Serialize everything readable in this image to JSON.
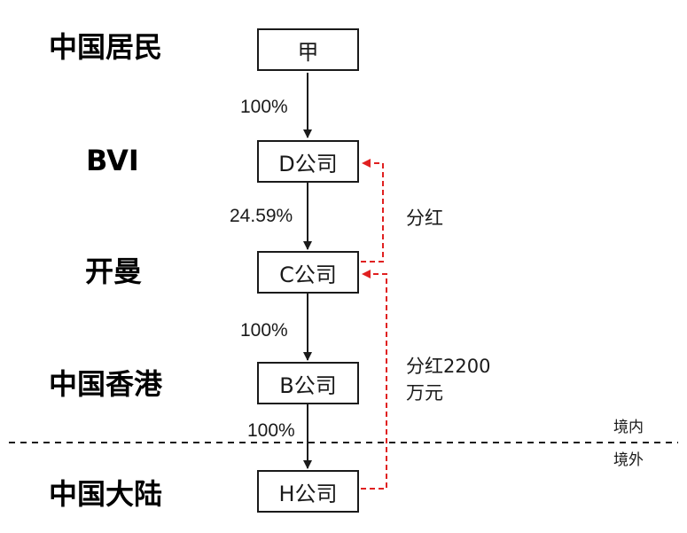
{
  "jurisdictions": [
    "中国居民",
    "BVI",
    "开曼",
    "中国香港",
    "中国大陆"
  ],
  "entities": {
    "jia": "甲",
    "d": "D公司",
    "c": "C公司",
    "b": "B公司",
    "h": "H公司"
  },
  "ownership": {
    "jia_to_d": "100%",
    "d_to_c": "24.59%",
    "c_to_b": "100%",
    "b_to_h": "100%"
  },
  "dividends": {
    "c_to_d": "分红",
    "h_to_c_line1": "分红2200",
    "h_to_c_line2": "万元"
  },
  "border": {
    "inside": "境内",
    "outside": "境外"
  },
  "colors": {
    "ownership_line": "#1a1a1a",
    "dividend_line": "#e02020",
    "border_line": "#1a1a1a"
  }
}
